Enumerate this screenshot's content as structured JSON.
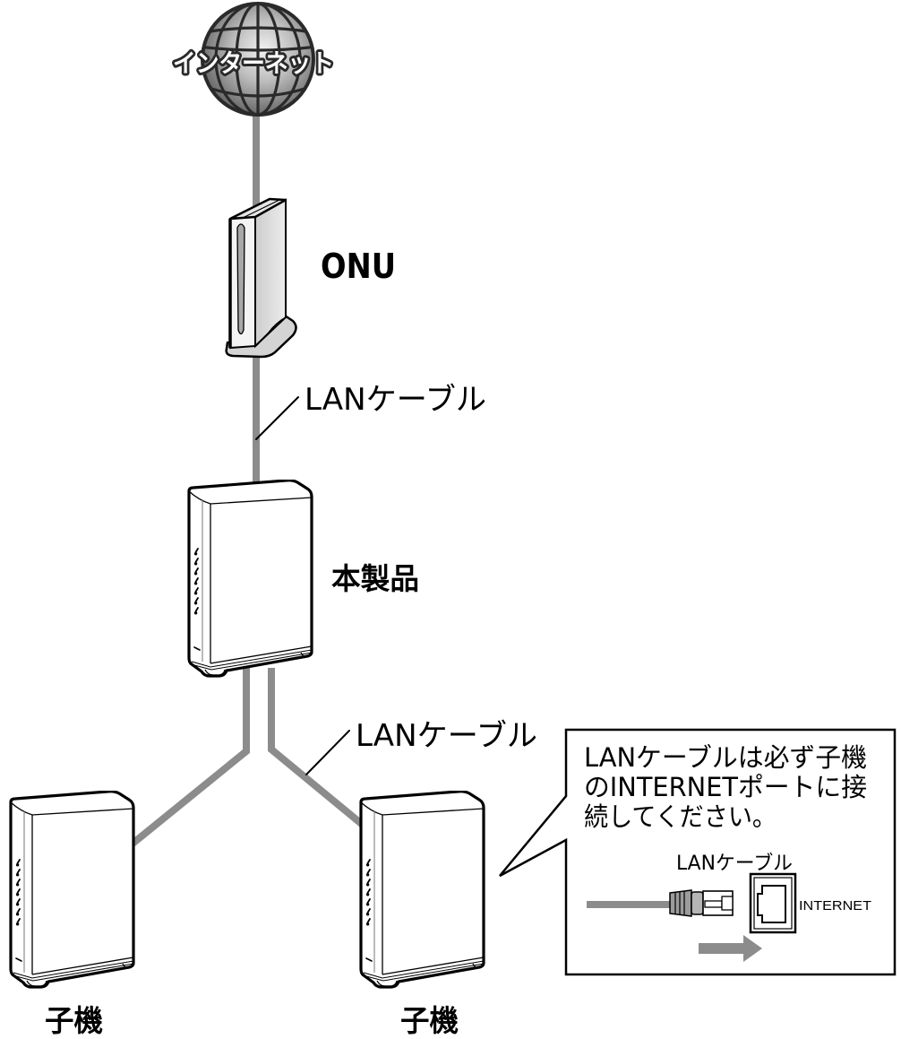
{
  "nodes": {
    "internet": {
      "label": "インターネット",
      "icon": "globe-icon"
    },
    "onu": {
      "label": "ONU",
      "icon": "onu-device-icon"
    },
    "main_router": {
      "label": "本製品",
      "icon": "router-device-icon"
    },
    "child_left": {
      "label": "子機",
      "icon": "router-device-icon"
    },
    "child_right": {
      "label": "子機",
      "icon": "router-device-icon"
    }
  },
  "connections": [
    {
      "from": "internet",
      "to": "onu",
      "label": null
    },
    {
      "from": "onu",
      "to": "main_router",
      "label": "LANケーブル"
    },
    {
      "from": "main_router",
      "to": "child_left",
      "label": null
    },
    {
      "from": "main_router",
      "to": "child_right",
      "label": "LANケーブル"
    }
  ],
  "callout": {
    "lines": [
      "LANケーブルは必ず子機",
      "のINTERNETポートに接",
      "続してください。"
    ],
    "cable_label": "LANケーブル",
    "port_label": "INTERNET",
    "plug_icon": "lan-plug-icon",
    "port_icon": "lan-port-icon",
    "arrow_icon": "right-arrow-icon"
  },
  "colors": {
    "background": "#ffffff",
    "cable": "#8c8c8c",
    "outline": "#000000",
    "globe_light": "#f2f2f2",
    "globe_dark": "#5e5e5e",
    "plug_boot": "#9c9c9c"
  }
}
